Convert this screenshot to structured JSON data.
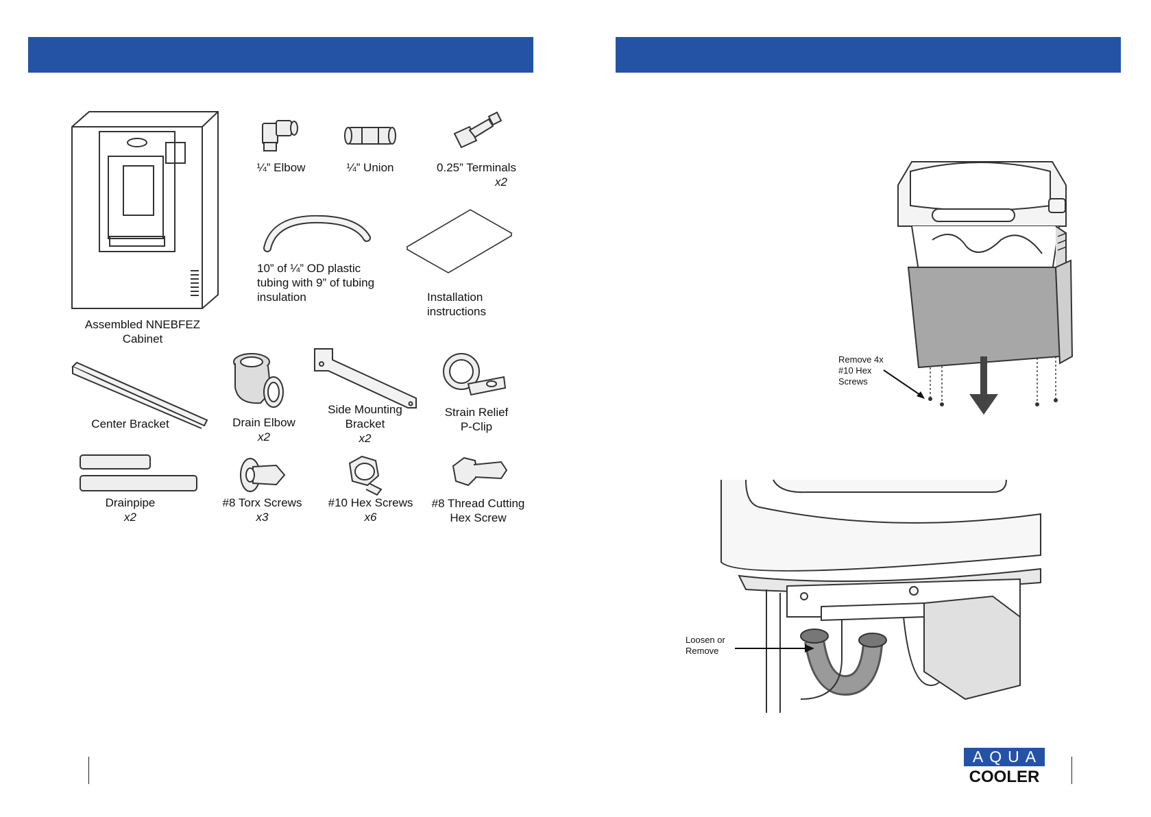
{
  "parts": {
    "cabinet": {
      "name": "Assembled NNEBFEZ",
      "name2": "Cabinet"
    },
    "elbow": {
      "name": "¼” Elbow"
    },
    "union": {
      "name": "¼” Union"
    },
    "terminals": {
      "name": "0.25” Terminals",
      "qty": "x2"
    },
    "tubing": {
      "line1": "10” of ¼” OD plastic",
      "line2": "tubing with 9” of tubing",
      "line3": "insulation"
    },
    "instructions": {
      "line1": "Installation",
      "line2": "instructions"
    },
    "center_bracket": {
      "name": "Center Bracket"
    },
    "drain_elbow": {
      "name": "Drain Elbow",
      "qty": "x2"
    },
    "side_bracket": {
      "name": "Side Mounting",
      "name2": "Bracket",
      "qty": "x2"
    },
    "strain_relief": {
      "name": "Strain Relief",
      "name2": "P-Clip"
    },
    "drainpipe": {
      "name": "Drainpipe",
      "qty": "x2"
    },
    "torx": {
      "name": "#8 Torx Screws",
      "qty": "x3"
    },
    "hex": {
      "name": "#10 Hex Screws",
      "qty": "x6"
    },
    "thread_cut": {
      "name": "#8 Thread Cutting",
      "name2": "Hex Screw"
    }
  },
  "callouts": {
    "remove_screws": {
      "l1": "Remove 4x",
      "l2": "#10 Hex",
      "l3": "Screws"
    },
    "loosen": {
      "l1": "Loosen or",
      "l2": "Remove"
    }
  },
  "logo": {
    "top": "AQUA",
    "bottom": "COOLER"
  },
  "colors": {
    "banner": "#2453a6",
    "logo_blue": "#2453a6"
  }
}
